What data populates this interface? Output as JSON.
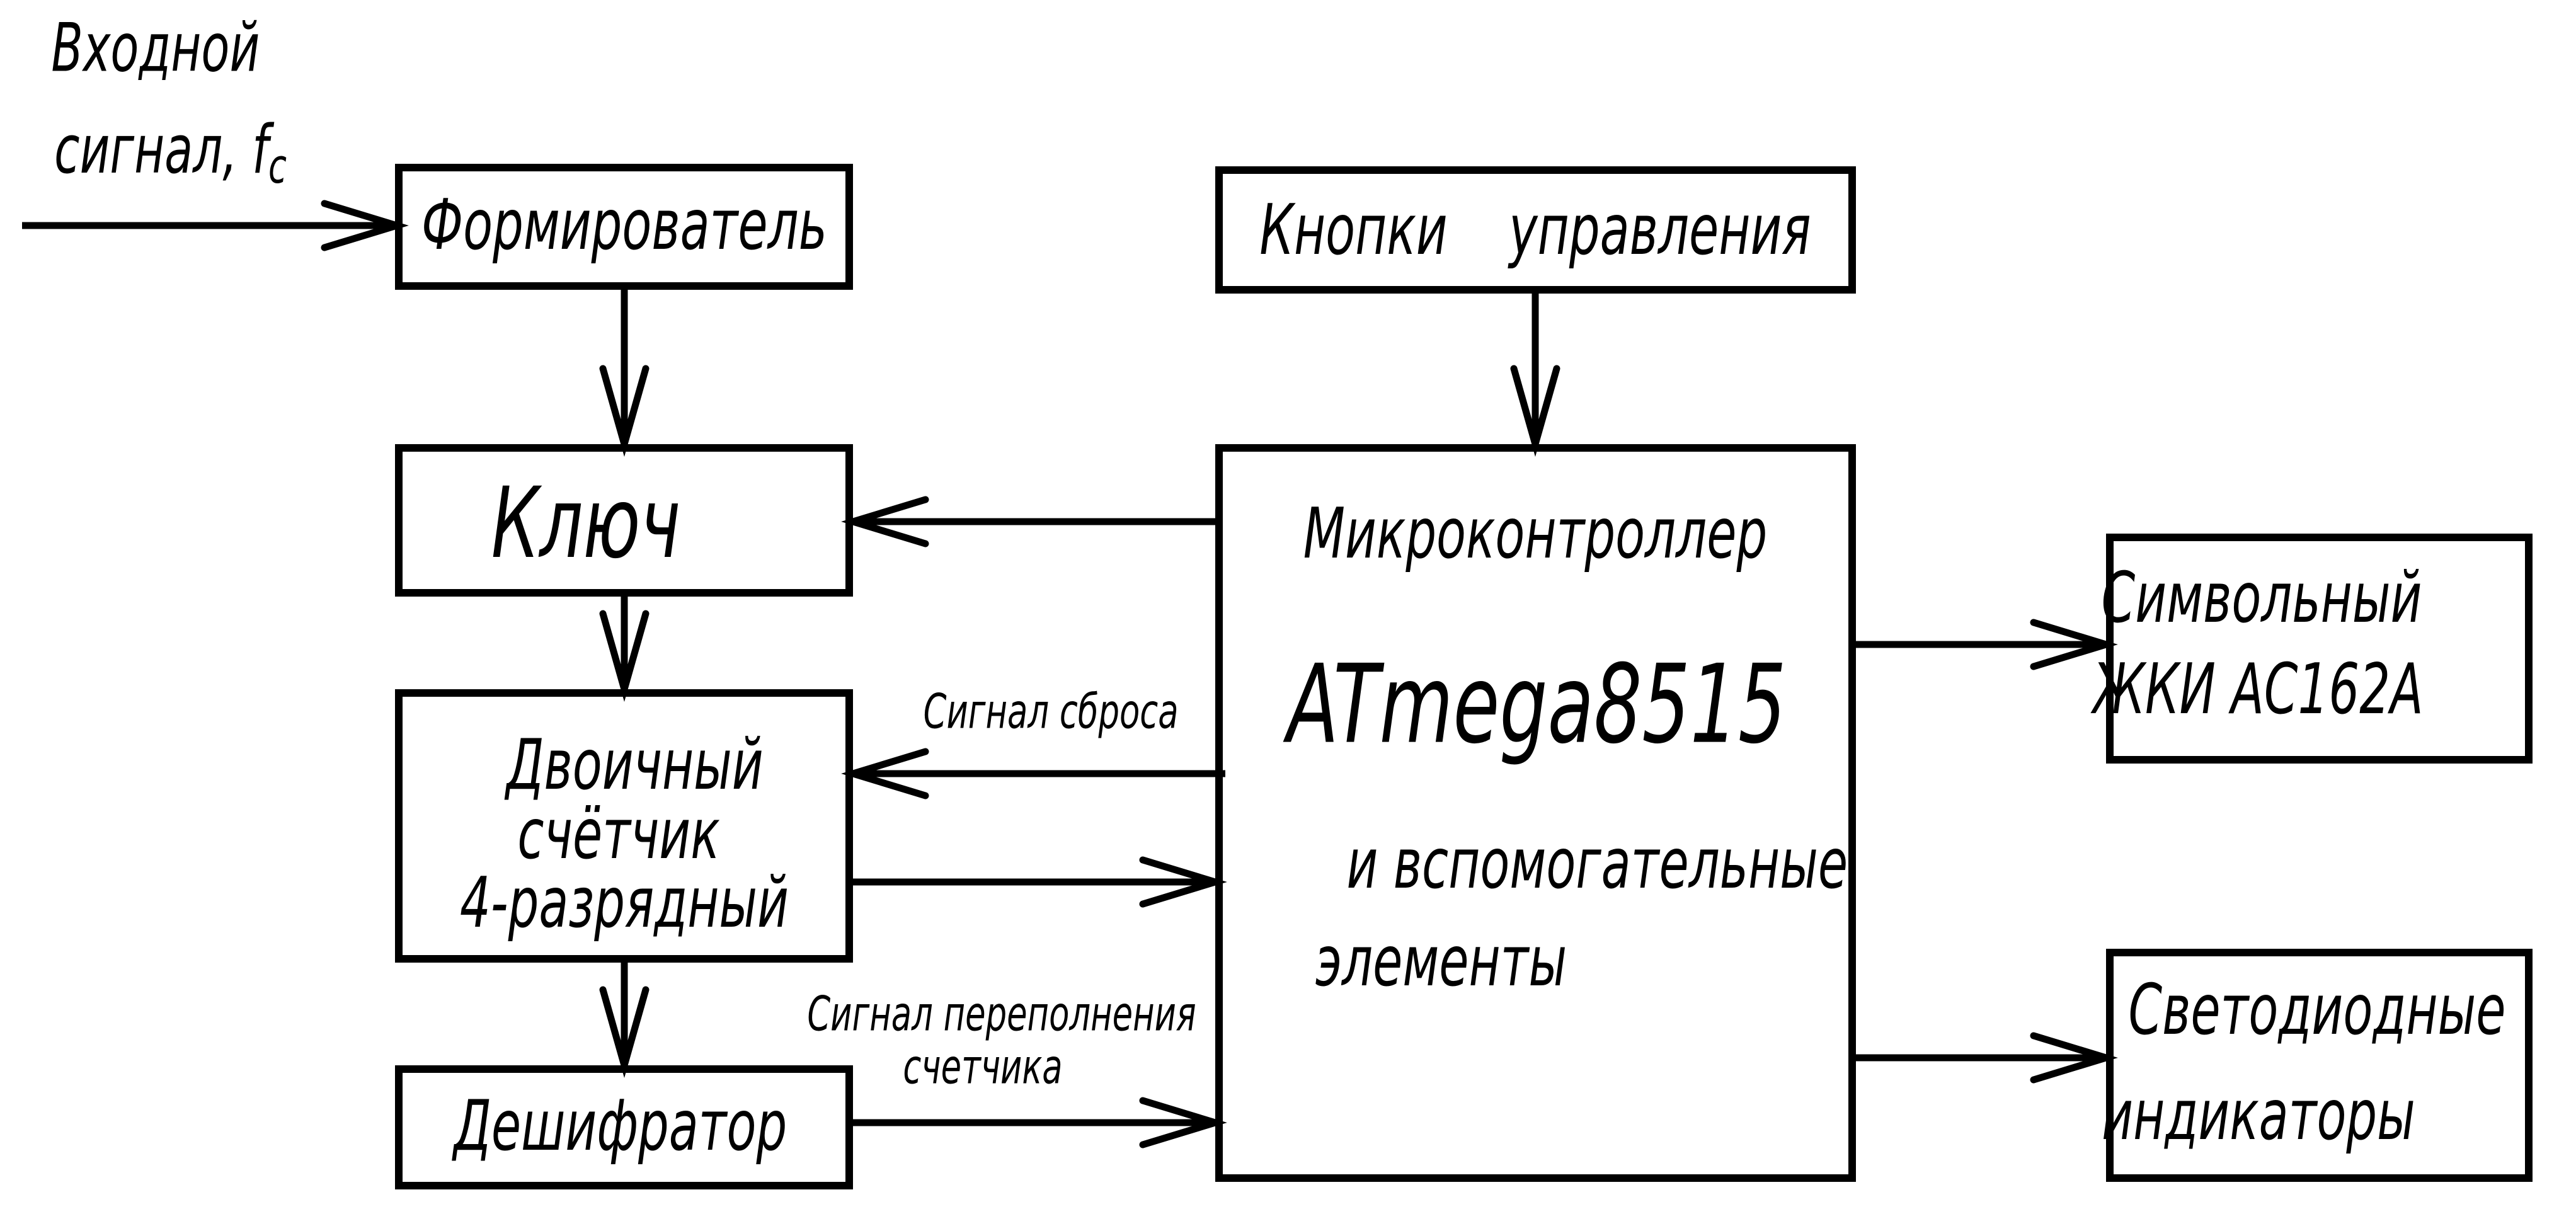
{
  "input_signal": {
    "line1": "Входной",
    "line2": "сигнал, f",
    "subscript": "c"
  },
  "blocks": {
    "shaper": "Формирователь",
    "buttons": "Кнопки    управления",
    "key": "Ключ",
    "microcontroller": {
      "line1": "Микроконтроллер",
      "line2": "ATmega8515",
      "line3": "и вспомогательные",
      "line4": "элементы"
    },
    "counter": {
      "line1": "Двоичный",
      "line2": "счётчик",
      "line3": "4-разрядный"
    },
    "lcd": {
      "line1": "Символьный",
      "line2": "ЖКИ AC162A"
    },
    "decoder": "Дешифратор",
    "leds": {
      "line1": "Светодиодные",
      "line2": "индикаторы"
    }
  },
  "signals": {
    "reset": "Сигнал сброса",
    "overflow_line1": "Сигнал переполнения",
    "overflow_line2": "счетчика"
  }
}
